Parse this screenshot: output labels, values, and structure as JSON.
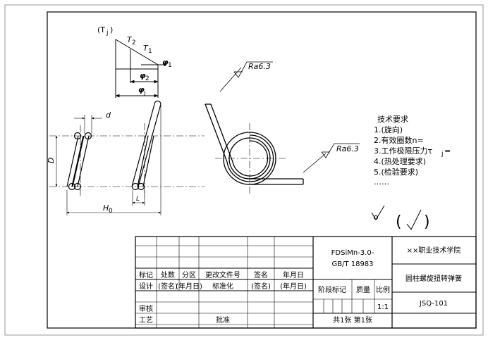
{
  "diagram": {
    "torque_graph": {
      "t_j": "(T",
      "t_j_sub": "j",
      "t_j_close": ")",
      "t2": "T",
      "t2_sub": "2",
      "t1": "T",
      "t1_sub": "1",
      "phi1": "φ",
      "phi1_sub": "1",
      "phi2": "φ",
      "phi2_sub": "2",
      "phij": "φ",
      "phij_sub": "j"
    },
    "side_view": {
      "wire_d": "d",
      "outer_D": "D",
      "free_length": "H",
      "free_length_sub": "0",
      "leg_l": "L"
    },
    "front_view": {
      "roughness_1": "Ra6.3",
      "roughness_2": "Ra6.3"
    },
    "tech_requirements": {
      "title": "技术要求",
      "items": [
        "1.(旋向)",
        "2.有效圈数n=",
        "3.工作极限压力τ",
        "4.(热处理要求)",
        "5.(检验要求)",
        "……"
      ],
      "tau_sub": "j",
      "tau_eq": "="
    },
    "finish_symbol": "(",
    "finish_symbol_close": ")"
  },
  "title_block": {
    "material_line1": "FDSiMn-3.0-",
    "material_line2": "GB/T 18983",
    "school": "××职业技术学院",
    "part_name": "圆柱螺旋扭转弹簧",
    "drawing_no": "JSQ-101",
    "scale_label": "比例",
    "scale_value": "1:1",
    "stage_label": "阶段标记",
    "weight_label": "质量",
    "sheets": "共1张 第1张",
    "rev_headers": [
      "标记",
      "处数",
      "分区",
      "更改文件号",
      "签名",
      "年月日"
    ],
    "design_row": [
      "设计",
      "(签名)",
      "(年月日)",
      "标准化",
      "(签名)",
      "(年月日)"
    ],
    "review": "审核",
    "process": "工艺",
    "approve": "批准"
  }
}
